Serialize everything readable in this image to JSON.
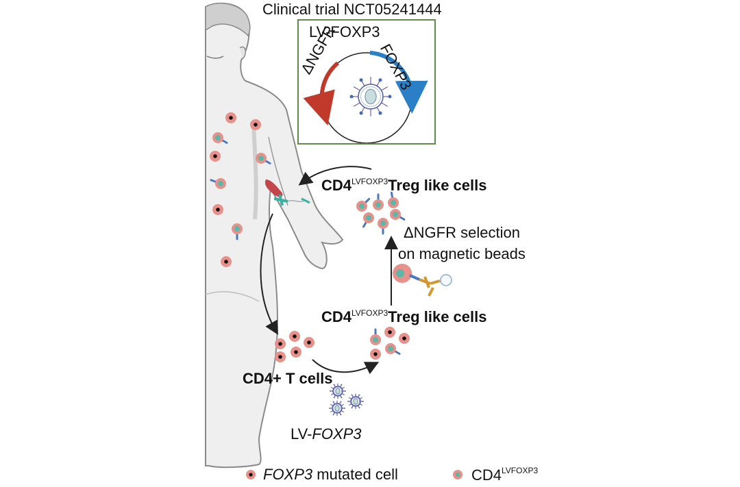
{
  "title": "Clinical trial NCT05241444",
  "vector": {
    "label": "LV-FOXP3",
    "gene_left": "ΔNGFR",
    "gene_right": "FOXP3",
    "colors": {
      "ngfr_arrow": "#c0392b",
      "foxp3_arrow": "#2b7fc7",
      "box_border": "#5e8a4a"
    }
  },
  "labels": {
    "treg_top": {
      "main": "CD4",
      "sup": "LVFOXP3",
      "rest": "Treg like cells"
    },
    "treg_mid": {
      "main": "CD4",
      "sup": "LVFOXP3",
      "rest": "Treg like cells"
    },
    "cd4_t_cells": "CD4+ T cells",
    "selection_line1": "ΔNGFR selection",
    "selection_line2": "on magnetic beads",
    "lv_prefix": "LV-",
    "lv_gene": "FOXP3"
  },
  "legend": [
    {
      "icon": "mutated-cell-icon",
      "italic": "FOXP3",
      "text": " mutated cell"
    },
    {
      "icon": "transduced-cell-icon",
      "main": "CD4",
      "sup": "LVFOXP3"
    }
  ],
  "colors": {
    "cell_body": "#e8908a",
    "cell_nucleus_mutated": "#111111",
    "cell_nucleus_transduced": "#5fb5a8",
    "receptor": "#4a78c0",
    "antibody": "#d4962e",
    "body_fill": "#efefef",
    "body_outline": "#8a8a8a",
    "arrow": "#222222"
  }
}
